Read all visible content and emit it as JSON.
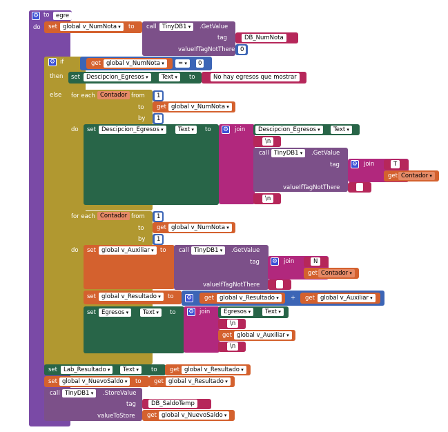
{
  "proc": {
    "to": "to",
    "name": "egre",
    "do": "do"
  },
  "set1": {
    "set": "set",
    "var": "global v_NumNota",
    "to": "to",
    "call": "call",
    "component": "TinyDB1",
    "method": ".GetValue",
    "tag_label": "tag",
    "tag_value": "DB_NumNota",
    "value_label": "valueIfTagNotThere",
    "value_value": "0"
  },
  "if": {
    "if": "if",
    "get": "get",
    "var": "global v_NumNota",
    "op": "=",
    "num": "0",
    "then": "then",
    "set": "set",
    "component": "Descipcion_Egresos",
    "prop": "Text",
    "to": "to",
    "text": "No hay egresos que mostrar",
    "else": "else"
  },
  "loop1": {
    "for_each": "for each",
    "var": "Contador",
    "from": "from",
    "from_val": "1",
    "to": "to",
    "get": "get",
    "to_var": "global v_NumNota",
    "by": "by",
    "by_val": "1",
    "do": "do",
    "set": "set",
    "component": "Descipcion_Egresos",
    "prop": "Text",
    "to_label": "to",
    "join": "join",
    "j1_component": "Descipcion_Egresos",
    "j1_prop": "Text",
    "newline": "\\n",
    "call": "call",
    "db": "TinyDB1",
    "method": ".GetValue",
    "tag_label": "tag",
    "tag_join": "join",
    "tag_text": "T",
    "tag_get": "get",
    "tag_var": "Contador",
    "vitnt": "valueIfTagNotThere",
    "empty": " ",
    "newline2": "\\n"
  },
  "loop2": {
    "for_each": "for each",
    "var": "Contador",
    "from": "from",
    "from_val": "1",
    "to": "to",
    "get": "get",
    "to_var": "global v_NumNota",
    "by": "by",
    "by_val": "1",
    "do": "do",
    "set": "set",
    "aux_var": "global v_Auxiliar",
    "to_label": "to",
    "call": "call",
    "db": "TinyDB1",
    "method": ".GetValue",
    "tag_label": "tag",
    "join": "join",
    "tag_text": "N",
    "tag_get": "get",
    "tag_var": "Contador",
    "vitnt": "valueIfTagNotThere",
    "empty": " ",
    "set2": "set",
    "res_var": "global v_Resultado",
    "to2": "to",
    "plus": "+",
    "get_res": "global v_Resultado",
    "get_aux": "global v_Auxiliar",
    "set3": "set",
    "eg_component": "Egresos",
    "eg_prop": "Text",
    "to3": "to",
    "join3": "join",
    "j_component": "Egresos",
    "j_prop": "Text",
    "nl": "\\n",
    "get_aux2": "global v_Auxiliar",
    "nl2": "\\n"
  },
  "tail": {
    "set": "set",
    "lab_component": "Lab_Resultado",
    "lab_prop": "Text",
    "to": "to",
    "get": "get",
    "lab_var": "global v_Resultado",
    "set2": "set",
    "saldo_var": "global v_NuevoSaldo",
    "to2": "to",
    "saldo_get": "global v_Resultado",
    "call": "call",
    "db": "TinyDB1",
    "method": ".StoreValue",
    "tag_label": "tag",
    "tag_value": "DB_SaldoTemp",
    "vts_label": "valueToStore",
    "vts_get": "global v_NuevoSaldo"
  },
  "colors": {
    "procedure": "#7a4aa6",
    "variable": "#d4612e",
    "tinydb": "#7c5089",
    "text": "#b6275a",
    "control": "#b19830",
    "component": "#286548",
    "math": "#3c65b6"
  }
}
